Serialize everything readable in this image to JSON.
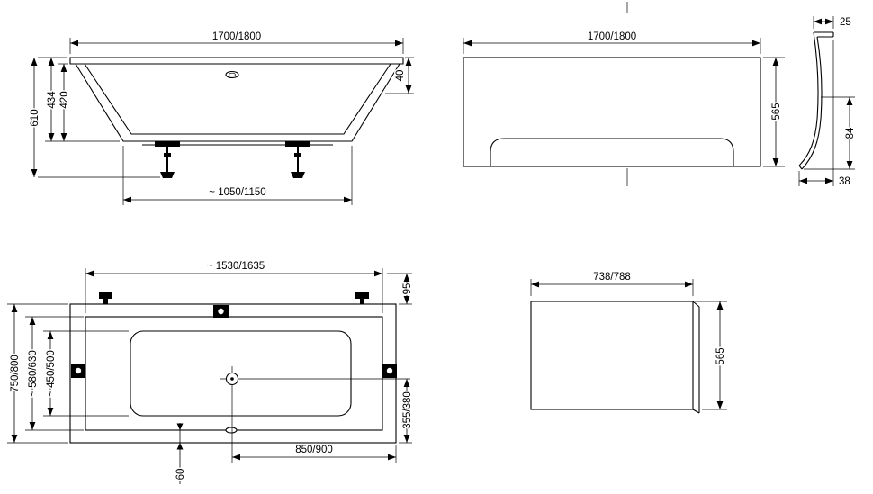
{
  "page": {
    "background": "#ffffff",
    "line_color": "#000000"
  },
  "symbols": {
    "faucets": "faucet-top-view-icon",
    "mount_plates": "mount-plate-icon",
    "drain": "drain-crosshair-icon",
    "overflow": "overflow-slot-icon"
  },
  "views": {
    "side": {
      "title": "side-elevation",
      "dims": {
        "length": "1700/1800",
        "height_total": "610",
        "height_shell": "434",
        "depth_inner": "420",
        "rim_drop": "40",
        "base_length": "~ 1050/1150"
      }
    },
    "front_panel": {
      "title": "front-panel-elevation",
      "dims": {
        "length": "1700/1800",
        "height": "565"
      }
    },
    "panel_profile": {
      "title": "panel-profile-section",
      "dims": {
        "flange_width": "25",
        "kick_height": "84",
        "foot_offset": "38"
      }
    },
    "plan": {
      "title": "plan-view",
      "dims": {
        "inner_length": "~ 1530/1635",
        "end_offset": "95",
        "width_total": "750/800",
        "rim_width": "~ 580/630",
        "basin_width": "~ 450/500",
        "drain_to_side": "355/380",
        "drain_to_end": "850/900",
        "edge_gap": "60"
      }
    },
    "end_panel": {
      "title": "end-panel-elevation",
      "dims": {
        "width": "738/788",
        "height": "565"
      }
    }
  }
}
